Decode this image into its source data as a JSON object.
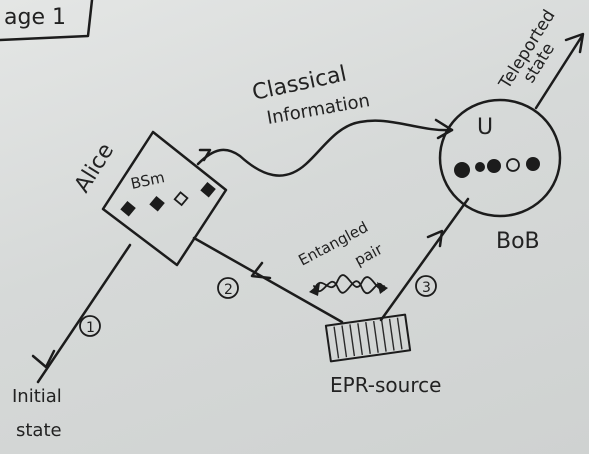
{
  "page_label": "age 1",
  "nodes": {
    "alice": {
      "label": "Alice",
      "sublabel": "BSm"
    },
    "bob": {
      "label": "BoB",
      "operator": "U"
    },
    "epr_source": {
      "label": "EPR-source"
    }
  },
  "edges": {
    "initial_state": {
      "label_line1": "Initial",
      "label_line2": "state",
      "step": "1"
    },
    "epr_to_alice": {
      "step": "2"
    },
    "epr_to_bob": {
      "step": "3"
    },
    "classical": {
      "label_line1": "Classical",
      "label_line2": "Information"
    },
    "teleported": {
      "label_line1": "Teleported",
      "label_line2": "state"
    },
    "entangled": {
      "label_line1": "Entangled",
      "label_line2": "pair"
    }
  },
  "colors": {
    "ink": "#1c1c1c",
    "paper": "#dcdfde"
  }
}
